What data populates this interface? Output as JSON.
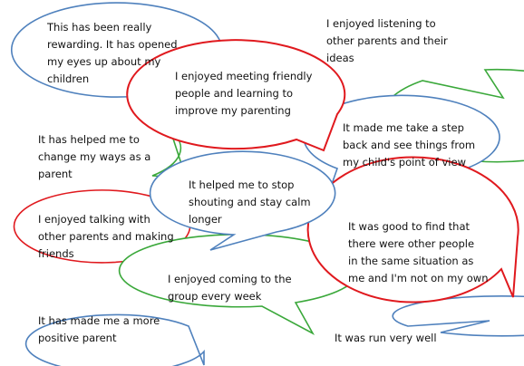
{
  "colors": {
    "blue": "#4f81bd",
    "green": "#3aa83a",
    "red": "#e0191e"
  },
  "bubbles": [
    {
      "color": "blue",
      "lines": [
        "This has been really",
        "rewarding. It has opened",
        "my eyes up about my",
        "children"
      ]
    },
    {
      "color": "green",
      "lines": [
        "I enjoyed listening to",
        "other parents and their",
        "ideas"
      ]
    },
    {
      "color": "red",
      "lines": [
        "I enjoyed meeting friendly",
        "people and learning to",
        "improve my parenting"
      ]
    },
    {
      "color": "blue",
      "lines": [
        "It made me take a step",
        "back and see things from",
        "my child's point of view"
      ]
    },
    {
      "color": "green",
      "lines": [
        "It has helped me to",
        "change my ways as a",
        "parent"
      ]
    },
    {
      "color": "blue",
      "lines": [
        "It helped me to stop",
        "shouting and stay calm",
        "longer"
      ]
    },
    {
      "color": "red",
      "lines": [
        "I enjoyed talking with",
        "other parents and making",
        "friends"
      ]
    },
    {
      "color": "red",
      "lines": [
        "It was good to find that",
        "there were other people",
        "in the same situation as",
        "me and I'm not on my own"
      ]
    },
    {
      "color": "green",
      "lines": [
        "I enjoyed coming to the",
        "group every week"
      ]
    },
    {
      "color": "blue",
      "lines": [
        "It has made me a more",
        "positive parent"
      ]
    },
    {
      "color": "blue",
      "lines": [
        "It was run very well"
      ]
    }
  ]
}
